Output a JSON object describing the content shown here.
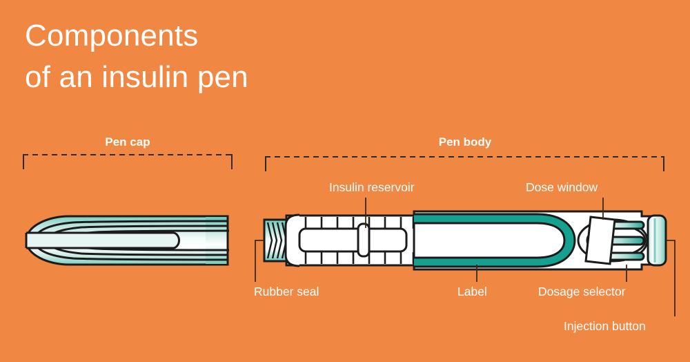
{
  "page": {
    "background_color": "#f08844",
    "title_line1": "Components",
    "title_line2": "of an insulin pen",
    "title_color": "#ffffff",
    "accent_teal": "#16a090",
    "ink_color": "#1b1b1b",
    "label_color": "#ffffff"
  },
  "groups": [
    {
      "id": "pen-cap",
      "label": "Pen cap"
    },
    {
      "id": "pen-body",
      "label": "Pen body"
    }
  ],
  "callouts": [
    {
      "id": "insulin-reservoir",
      "label": "Insulin reservoir",
      "position": "top"
    },
    {
      "id": "dose-window",
      "label": "Dose window",
      "position": "top"
    },
    {
      "id": "rubber-seal",
      "label": "Rubber seal",
      "position": "bottom"
    },
    {
      "id": "label",
      "label": "Label",
      "position": "bottom"
    },
    {
      "id": "dosage-selector",
      "label": "Dosage selector",
      "position": "bottom"
    },
    {
      "id": "injection-button",
      "label": "Injection button",
      "position": "bottom"
    }
  ],
  "diagram": {
    "type": "labeled-illustration",
    "subject": "insulin pen",
    "parts": [
      "Pen cap",
      "Pen body",
      "Rubber seal",
      "Insulin reservoir",
      "Label",
      "Dose window",
      "Dosage selector",
      "Injection button"
    ],
    "reservoir_tick_count_top": 8,
    "reservoir_tick_count_bottom": 8,
    "dosage_selector_bar_count": 3,
    "rubber_seal_hatch_count": 4
  }
}
